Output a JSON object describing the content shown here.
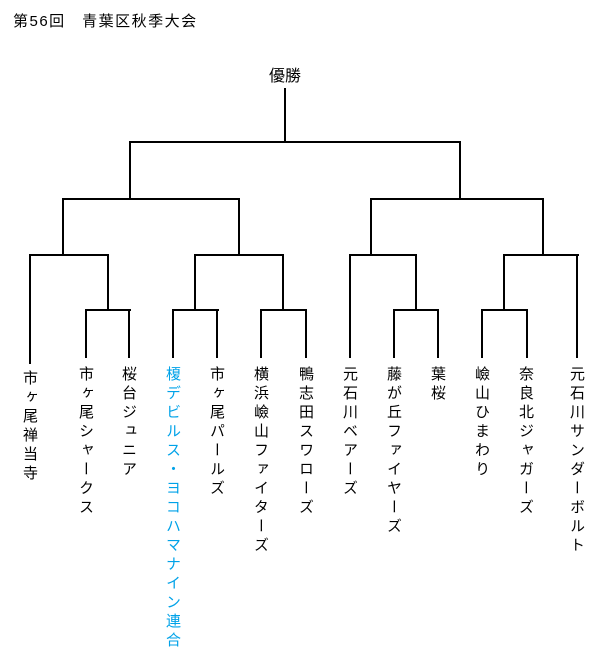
{
  "title": "第56回　青葉区秋季大会",
  "champion_label": "優勝",
  "colors": {
    "line": "#000000",
    "text": "#000000",
    "highlight_blue": "#00A2E8",
    "background": "#ffffff"
  },
  "teams": [
    {
      "name": "市ヶ尾禅当寺",
      "color": "#000000"
    },
    {
      "name": "市ヶ尾シャークス",
      "color": "#000000"
    },
    {
      "name": "桜台ジュニア",
      "color": "#000000"
    },
    {
      "name": "榎デビルス・ヨコハマナイン連合",
      "color": "#00A2E8"
    },
    {
      "name": "市ヶ尾パールズ",
      "color": "#000000"
    },
    {
      "name": "横浜嶮山ファイターズ",
      "color": "#000000"
    },
    {
      "name": "鴨志田スワローズ",
      "color": "#000000"
    },
    {
      "name": "元石川ベアーズ",
      "color": "#000000"
    },
    {
      "name": "藤が丘ファイヤーズ",
      "color": "#000000"
    },
    {
      "name": "葉桜",
      "color": "#000000"
    },
    {
      "name": "嶮山ひまわり",
      "color": "#000000"
    },
    {
      "name": "奈良北ジャガーズ",
      "color": "#000000"
    },
    {
      "name": "元石川サンダーボルト",
      "color": "#000000"
    }
  ],
  "bracket": {
    "type": "single_elimination",
    "team_count": 13,
    "first_round_pairs": [
      [
        "市ヶ尾シャークス",
        "桜台ジュニア"
      ],
      [
        "榎デビルス・ヨコハマナイン連合",
        "市ヶ尾パールズ"
      ],
      [
        "横浜嶮山ファイターズ",
        "鴨志田スワローズ"
      ],
      [
        "藤が丘ファイヤーズ",
        "葉桜"
      ],
      [
        "嶮山ひまわり",
        "奈良北ジャガーズ"
      ]
    ],
    "byes_to_quarterfinal": [
      "市ヶ尾禅当寺",
      "元石川ベアーズ",
      "元石川サンダーボルト"
    ],
    "quarterfinal_pairs": [
      [
        "市ヶ尾禅当寺",
        "winner(市ヶ尾シャークス/桜台ジュニア)"
      ],
      [
        "winner(榎デビルス・ヨコハマナイン連合/市ヶ尾パールズ)",
        "winner(横浜嶮山ファイターズ/鴨志田スワローズ)"
      ],
      [
        "元石川ベアーズ",
        "winner(藤が丘ファイヤーズ/葉桜)"
      ],
      [
        "winner(嶮山ひまわり/奈良北ジャガーズ)",
        "元石川サンダーボルト"
      ]
    ],
    "semifinal_pairs": [
      [
        "winner(QF1)",
        "winner(QF2)"
      ],
      [
        "winner(QF3)",
        "winner(QF4)"
      ]
    ],
    "final_pair": [
      "winner(SF1)",
      "winner(SF2)"
    ]
  }
}
